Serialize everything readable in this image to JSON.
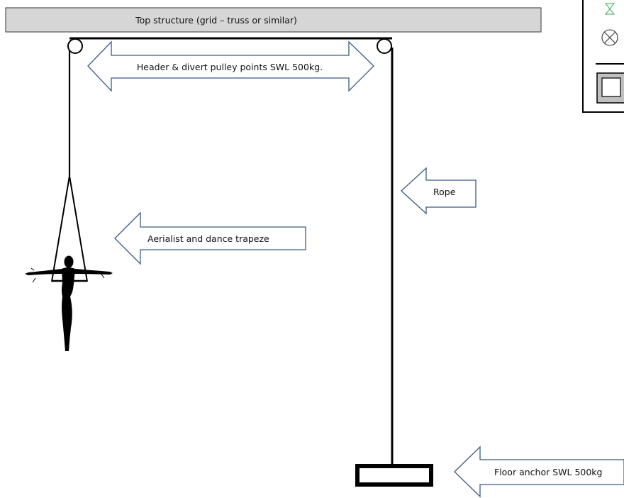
{
  "labels": {
    "top_structure": "Top structure (grid – truss or similar)",
    "pulley_points": "Header & divert pulley points SWL 500kg.",
    "rope": "Rope",
    "trapeze": "Aerialist and dance trapeze",
    "floor_anchor": "Floor anchor SWL 500kg"
  },
  "colors": {
    "arrow_outline": "#3b5a83",
    "beam_fill": "#d6d6d6",
    "beam_border": "#555555",
    "rope": "#000000",
    "legend_green": "#2fa84f",
    "legend_gray": "#c0c0c0"
  },
  "icons": {
    "performer": "aerialist-silhouette-icon",
    "legend_green": "hourglass-icon",
    "legend_cross": "circled-x-icon",
    "legend_square": "square-icon"
  }
}
